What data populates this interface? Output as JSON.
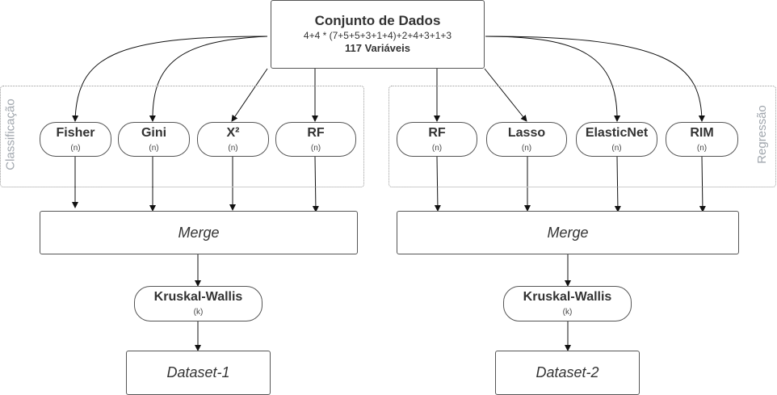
{
  "source": {
    "title": "Conjunto de Dados",
    "formula": "4+4 * (7+5+5+3+1+4)+2+4+3+1+3",
    "variables": "117 Variáveis"
  },
  "classification": {
    "label": "Classificação",
    "methods": [
      {
        "name": "Fisher",
        "param": "(n)"
      },
      {
        "name": "Gini",
        "param": "(n)"
      },
      {
        "name": "X²",
        "param": "(n)"
      },
      {
        "name": "RF",
        "param": "(n)"
      }
    ],
    "merge": "Merge",
    "test": {
      "name": "Kruskal-Wallis",
      "param": "(k)"
    },
    "output": "Dataset-1"
  },
  "regression": {
    "label": "Regressão",
    "methods": [
      {
        "name": "RF",
        "param": "(n)"
      },
      {
        "name": "Lasso",
        "param": "(n)"
      },
      {
        "name": "ElasticNet",
        "param": "(n)"
      },
      {
        "name": "RIM",
        "param": "(n)"
      }
    ],
    "merge": "Merge",
    "test": {
      "name": "Kruskal-Wallis",
      "param": "(k)"
    },
    "output": "Dataset-2"
  }
}
